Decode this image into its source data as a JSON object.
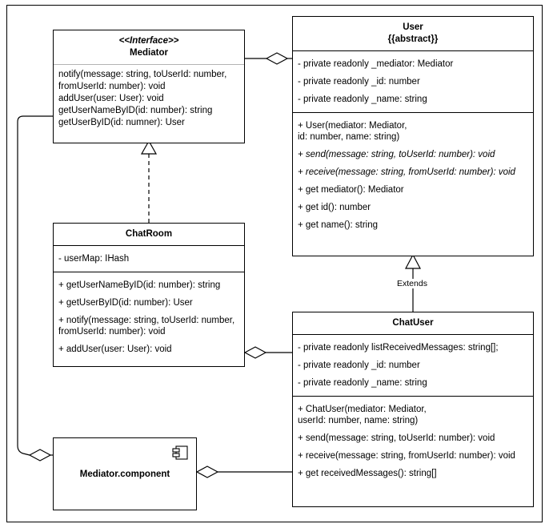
{
  "diagram": {
    "title": "Mediator pattern UML class diagram",
    "stroke_color": "#000000",
    "background_color": "#ffffff",
    "separator_light_color": "#b3b3b3"
  },
  "classes": {
    "mediator": {
      "stereotype": "<<Interface>>",
      "name": "Mediator",
      "operations": [
        "notify(message: string, toUserId: number,\n          fromUserId: number): void",
        "addUser(user: User): void",
        "getUserNameByID(id: number): string",
        "getUserByID(id: numner): User"
      ]
    },
    "user": {
      "name": "User",
      "modifier": "{{abstract}}",
      "attributes": [
        "- private readonly _mediator: Mediator",
        "- private readonly _id: number",
        "- private readonly _name: string"
      ],
      "operations": [
        {
          "text": "+ User(mediator: Mediator,\n        id: number, name: string)",
          "italic": false
        },
        {
          "text": "+ send(message: string, toUserId: number): void",
          "italic": true
        },
        {
          "text": "+ receive(message: string, fromUserId: number): void",
          "italic": true
        },
        {
          "text": "+ get mediator(): Mediator",
          "italic": false
        },
        {
          "text": "+ get id(): number",
          "italic": false
        },
        {
          "text": "+ get name(): string",
          "italic": false
        }
      ]
    },
    "chatroom": {
      "name": "ChatRoom",
      "attributes": [
        "- userMap: IHash"
      ],
      "operations": [
        "+ getUserNameByID(id: number): string",
        "+ getUserByID(id: number): User",
        "+ notify(message: string, toUserId: number,\n          fromUserId: number): void",
        "+ addUser(user: User): void"
      ]
    },
    "chatuser": {
      "name": "ChatUser",
      "attributes": [
        "- private readonly listReceivedMessages: string[];",
        "- private readonly _id: number",
        "- private readonly _name: string"
      ],
      "operations": [
        "+ ChatUser(mediator: Mediator,\n         userId: number, name: string)",
        "+ send(message: string, toUserId: number): void",
        "+ receive(message: string, fromUserId: number): void",
        "+ get receivedMessages(): string[]"
      ]
    },
    "mediator_component": {
      "name": "Mediator.component",
      "icon": "component-icon"
    }
  },
  "relationships": [
    {
      "id": "mediator-user-aggregation",
      "from": "Mediator",
      "to": "User",
      "type": "aggregation",
      "label": ""
    },
    {
      "id": "chatroom-mediator-realization",
      "from": "ChatRoom",
      "to": "Mediator",
      "type": "realization",
      "label": ""
    },
    {
      "id": "chatuser-user-generalization",
      "from": "ChatUser",
      "to": "User",
      "type": "generalization",
      "label": "Extends"
    },
    {
      "id": "chatroom-chatuser-aggregation",
      "from": "ChatRoom",
      "to": "ChatUser",
      "type": "aggregation",
      "label": ""
    },
    {
      "id": "mediator-component-aggregation",
      "from": "Mediator",
      "to": "Mediator.component",
      "type": "aggregation",
      "label": ""
    },
    {
      "id": "component-chatuser-aggregation",
      "from": "Mediator.component",
      "to": "ChatUser",
      "type": "aggregation",
      "label": ""
    }
  ]
}
